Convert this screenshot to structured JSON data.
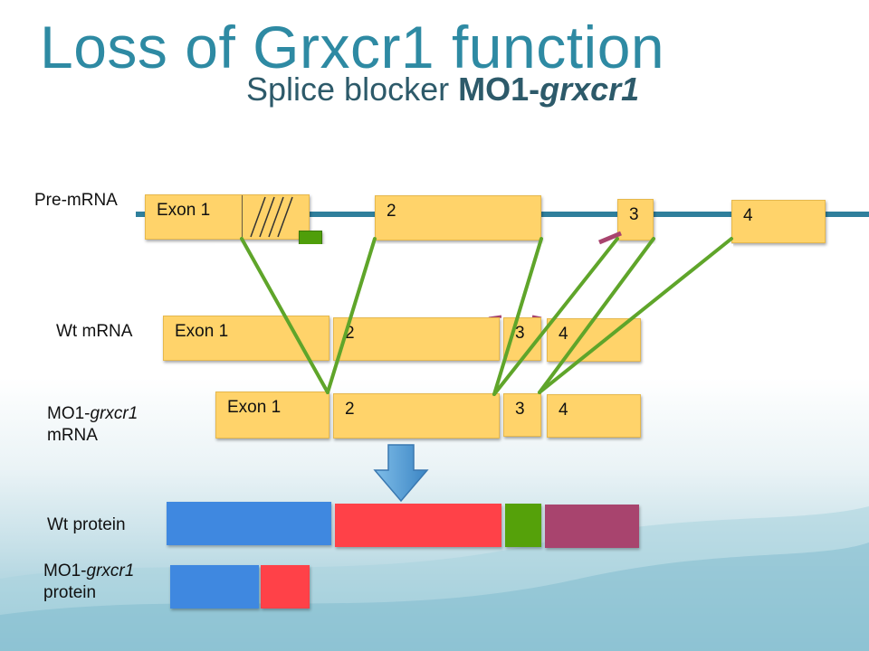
{
  "title": "Loss of Grxcr1 function",
  "subtitle": {
    "prefix": "Splice blocker ",
    "morpholino": "MO1-",
    "gene": "grxcr1"
  },
  "row_labels": {
    "pre_mrna": "Pre-mRNA",
    "wt_mrna": "Wt mRNA",
    "mo_mrna_prefix": "MO1-",
    "mo_mrna_gene": "grxcr1",
    "mo_mrna_suffix": "mRNA",
    "wt_protein": "Wt protein",
    "mo_protein_prefix": "MO1-",
    "mo_protein_gene": "grxcr1",
    "mo_protein_suffix": "protein"
  },
  "exons": {
    "pre": [
      "Exon 1",
      "2",
      "3",
      "4"
    ],
    "wt": [
      "Exon 1",
      "2",
      "3",
      "4"
    ],
    "mo": [
      "Exon 1",
      "2",
      "3",
      "4"
    ]
  },
  "colors": {
    "title": "#2e8aa3",
    "exon_fill": "#ffd36a",
    "gene_line": "#2f7f9c",
    "connector": "#5fa52a",
    "morpholino": "#4f9e0a",
    "protein_exon1": "#3f88e0",
    "protein_exon2": "#ff4148",
    "protein_exon3": "#55a10a",
    "protein_exon4": "#a8446e",
    "arrow": "#4f9fd8"
  },
  "icons": {
    "morpholino": "green-square-icon",
    "translation": "down-arrow-icon"
  }
}
